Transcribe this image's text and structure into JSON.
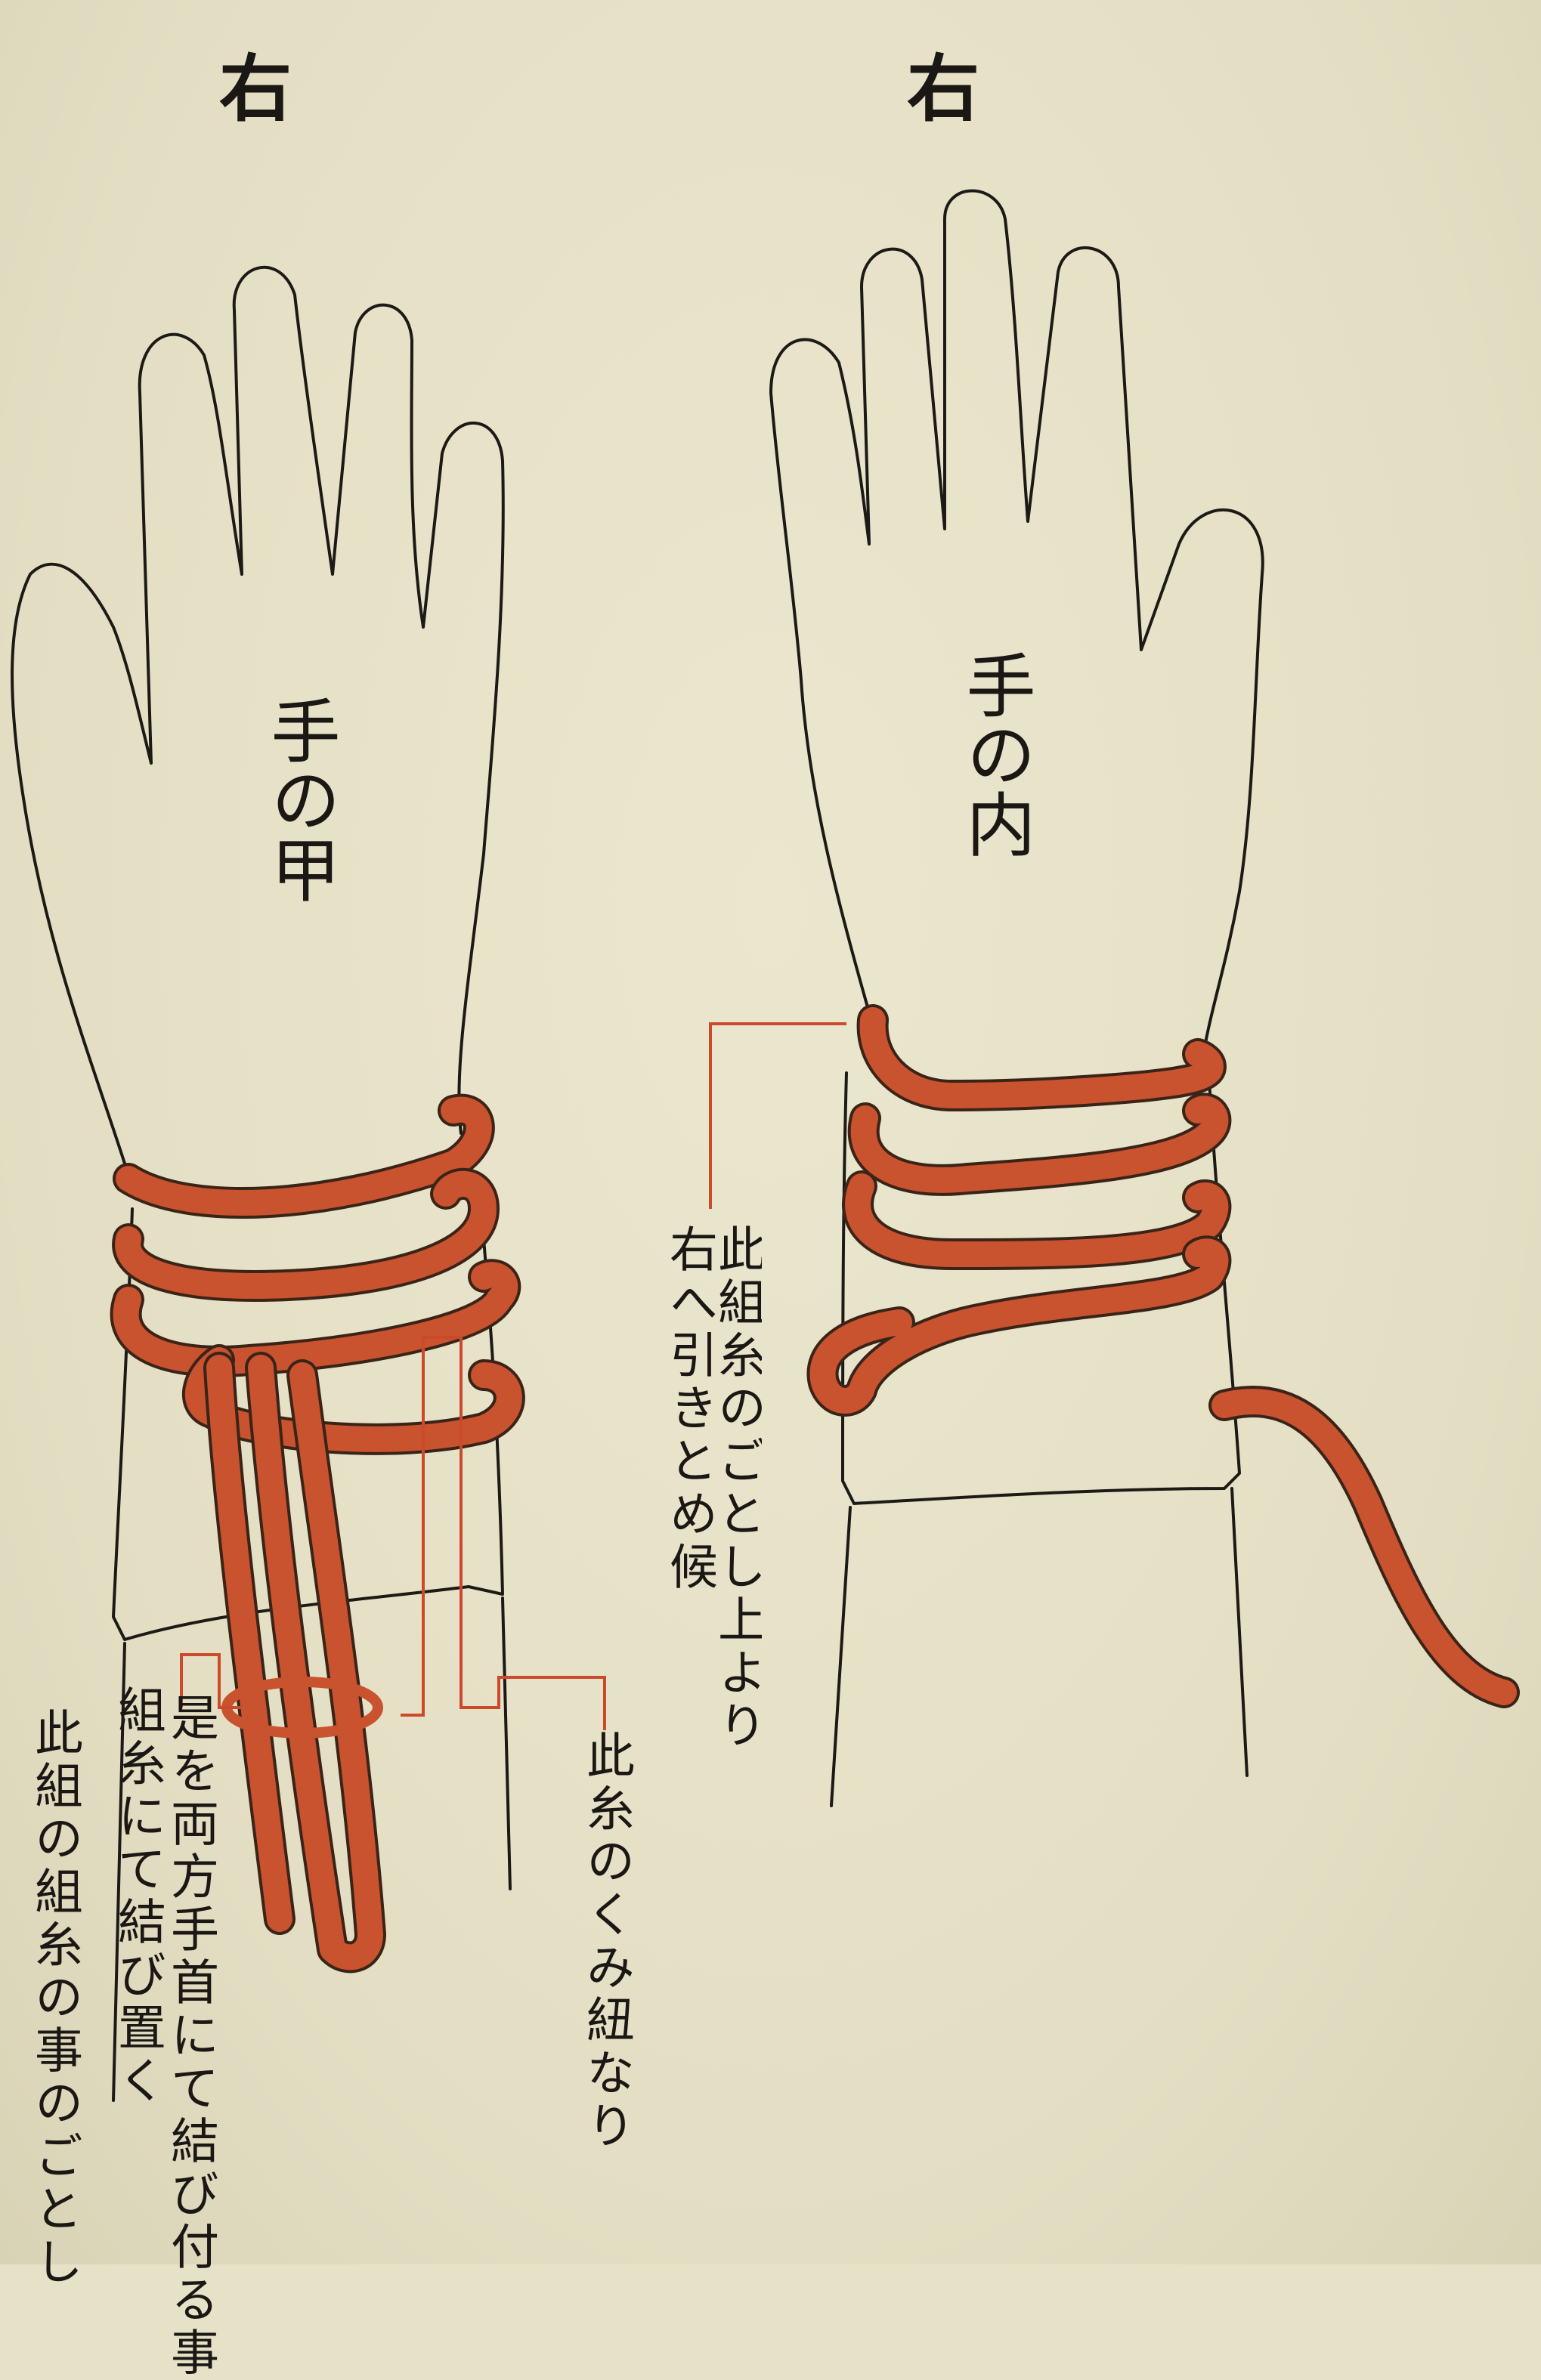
{
  "headings": {
    "left": "右",
    "right": "右"
  },
  "hands": {
    "left_label": "手の甲",
    "right_label": "手の内"
  },
  "notes": {
    "right_cord": "此組糸のごとし上より右へ引きとめ候",
    "middle_cord": "此糸のくみ紐なり",
    "left_loop_col1": "是を両方手首にて結び付る事",
    "left_loop_col2": "組糸にて結び置く",
    "left_bottom": "此組の組糸の事のごとし"
  },
  "colors": {
    "paper": "#e6e2c8",
    "ink": "#1c1a16",
    "cord": "#c9522f"
  }
}
